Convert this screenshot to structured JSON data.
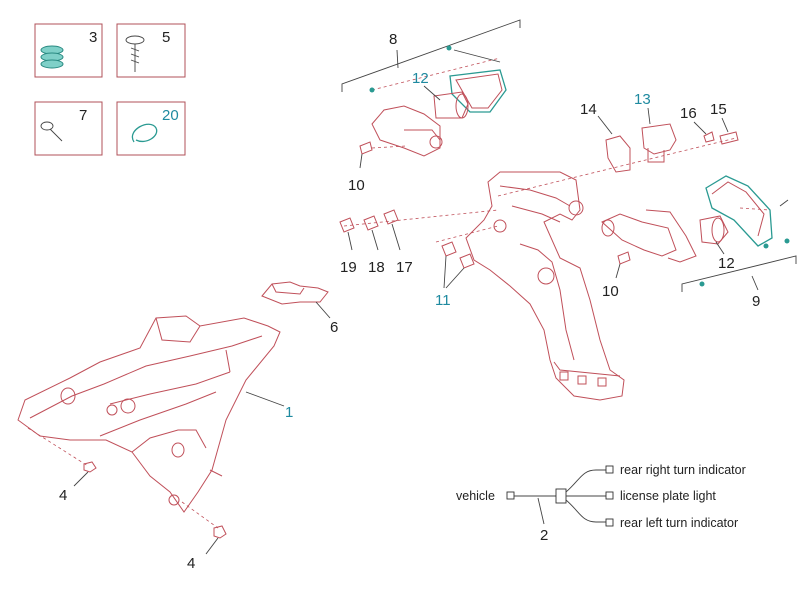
{
  "callouts": {
    "n1": "1",
    "n2": "2",
    "n3": "3",
    "n4a": "4",
    "n4b": "4",
    "n5": "5",
    "n6": "6",
    "n7": "7",
    "n8": "8",
    "n9": "9",
    "n10a": "10",
    "n10b": "10",
    "n11": "11",
    "n12a": "12",
    "n12b": "12",
    "n13": "13",
    "n14": "14",
    "n15": "15",
    "n16": "16",
    "n17": "17",
    "n18": "18",
    "n19": "19",
    "n20": "20"
  },
  "wiring": {
    "vehicle": "vehicle",
    "rear_right": "rear right turn indicator",
    "license_plate": "license plate light",
    "rear_left": "rear left turn indicator"
  },
  "colors": {
    "part_line": "#c0505a",
    "highlight": "#2a9a92",
    "callout_teal": "#1f8aa0"
  }
}
